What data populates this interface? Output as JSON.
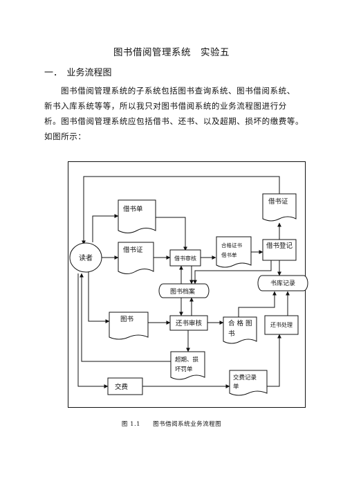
{
  "document": {
    "title": "图书借阅管理系统　实验五",
    "section_heading": "一．　业务流程图",
    "paragraph_lines": [
      "图书借阅管理系统的子系统包括图书查询系统、图书借阅系统、",
      "新书入库系统等等，所以我只对图书借阅系统的业务流程图进行分",
      "析。图书借阅管理系统应包括借书、还书、以及超期、损坏的缴费等。",
      "如图所示："
    ],
    "figure_caption": "图 1.1　　图书借阅系统业务流程图"
  },
  "flowchart": {
    "reader": "读者",
    "borrow_form": "借书单",
    "library_card": "借书证",
    "borrow_review": "借书审核",
    "qualified_card_line1": "合格证书",
    "qualified_card_line2": "借书单",
    "borrow_register": "借书登记",
    "library_card_out": "借书证",
    "book_file": "图书档案",
    "stock_record": "书库记录",
    "book": "图书",
    "return_review": "还书审核",
    "qualified_book_line1": "合 格 图",
    "qualified_book_line2": "书",
    "return_process": "还书处理",
    "fine_line1": "超期、损",
    "fine_line2": "坏罚单",
    "payment": "交费",
    "payment_record_line1": "交费记录",
    "payment_record_line2": "单"
  }
}
